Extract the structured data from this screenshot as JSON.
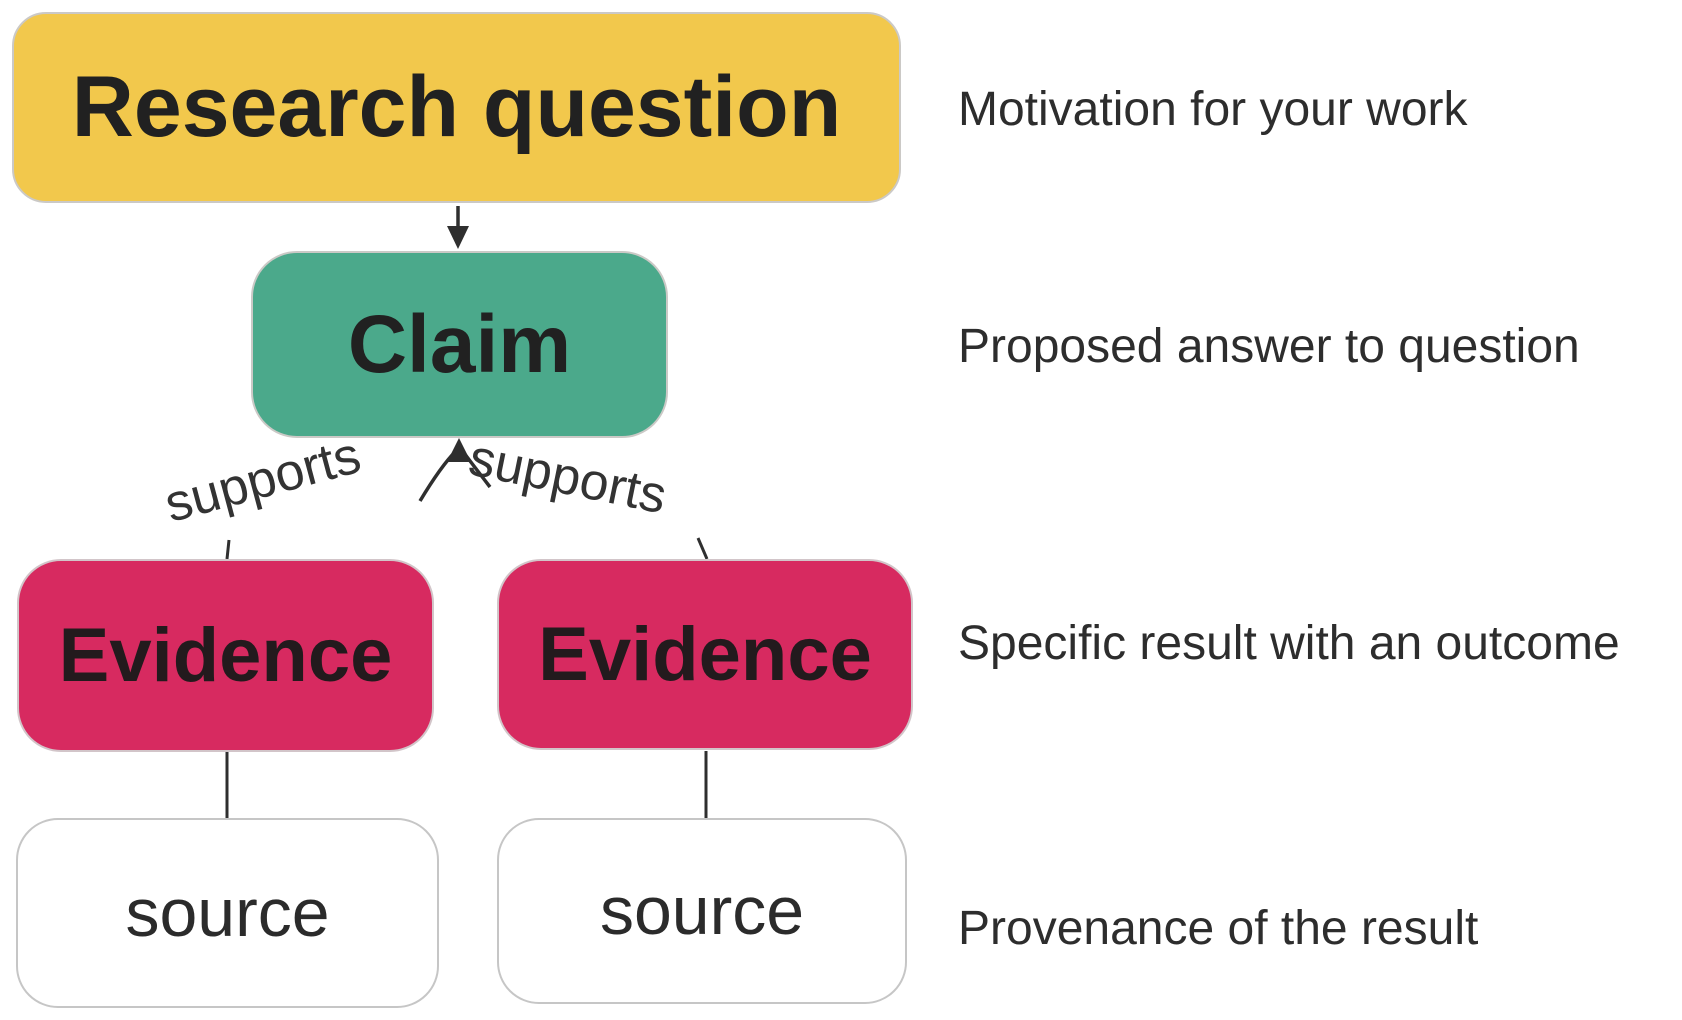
{
  "diagram": {
    "nodes": [
      {
        "id": "research-question",
        "label": "Research question",
        "fill": "#F2C84C"
      },
      {
        "id": "claim",
        "label": "Claim",
        "fill": "#4BA98B"
      },
      {
        "id": "evidence-left",
        "label": "Evidence",
        "fill": "#D72A60"
      },
      {
        "id": "evidence-right",
        "label": "Evidence",
        "fill": "#D72A60"
      },
      {
        "id": "source-left",
        "label": "source",
        "fill": "#FFFFFF"
      },
      {
        "id": "source-right",
        "label": "source",
        "fill": "#FFFFFF"
      }
    ],
    "edge_labels": [
      {
        "text": "supports"
      },
      {
        "text": "supports"
      }
    ],
    "annotations": [
      {
        "text": "Motivation for your work"
      },
      {
        "text": "Proposed answer to question"
      },
      {
        "text": "Specific result with an outcome"
      },
      {
        "text": "Provenance of the result"
      }
    ],
    "colors": {
      "research_question_fill": "#F2C84C",
      "claim_fill": "#4BA98B",
      "evidence_fill": "#D72A60",
      "source_fill": "#FFFFFF",
      "box_border": "#C9C7C5",
      "text": "#212121",
      "line": "#2F2F2F"
    }
  }
}
